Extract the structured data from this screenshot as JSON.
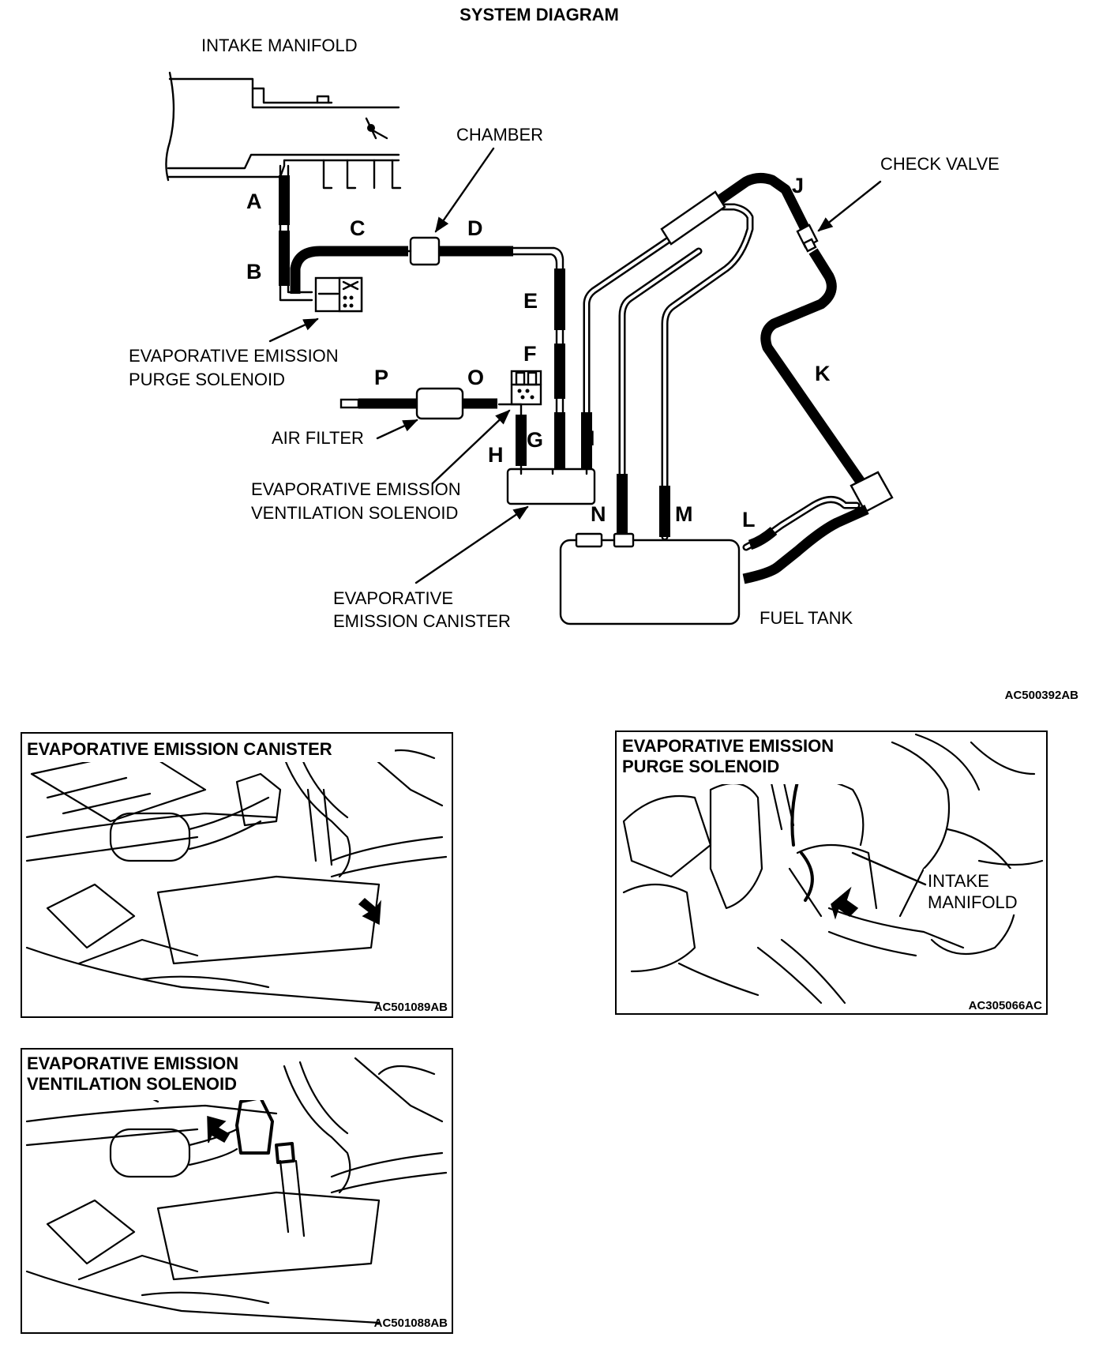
{
  "diagram": {
    "title": "SYSTEM DIAGRAM",
    "code": "AC500392AB",
    "labels": {
      "intake_manifold": "INTAKE MANIFOLD",
      "chamber": "CHAMBER",
      "check_valve": "CHECK VALVE",
      "purge_solenoid_line1": "EVAPORATIVE EMISSION",
      "purge_solenoid_line2": "PURGE SOLENOID",
      "air_filter": "AIR FILTER",
      "ventilation_solenoid_line1": "EVAPORATIVE EMISSION",
      "ventilation_solenoid_line2": "VENTILATION SOLENOID",
      "canister_line1": "EVAPORATIVE",
      "canister_line2": "EMISSION CANISTER",
      "fuel_tank": "FUEL TANK"
    },
    "hose_letters": [
      "A",
      "B",
      "C",
      "D",
      "E",
      "F",
      "G",
      "H",
      "I",
      "J",
      "K",
      "L",
      "M",
      "N",
      "O",
      "P"
    ]
  },
  "photos": [
    {
      "title_lines": [
        "EVAPORATIVE EMISSION CANISTER"
      ],
      "code": "AC501089AB"
    },
    {
      "title_lines": [
        "EVAPORATIVE EMISSION",
        "PURGE SOLENOID"
      ],
      "callout_lines": [
        "INTAKE",
        "MANIFOLD"
      ],
      "code": "AC305066AC"
    },
    {
      "title_lines": [
        "EVAPORATIVE EMISSION",
        "VENTILATION SOLENOID"
      ],
      "code": "AC501088AB"
    }
  ]
}
